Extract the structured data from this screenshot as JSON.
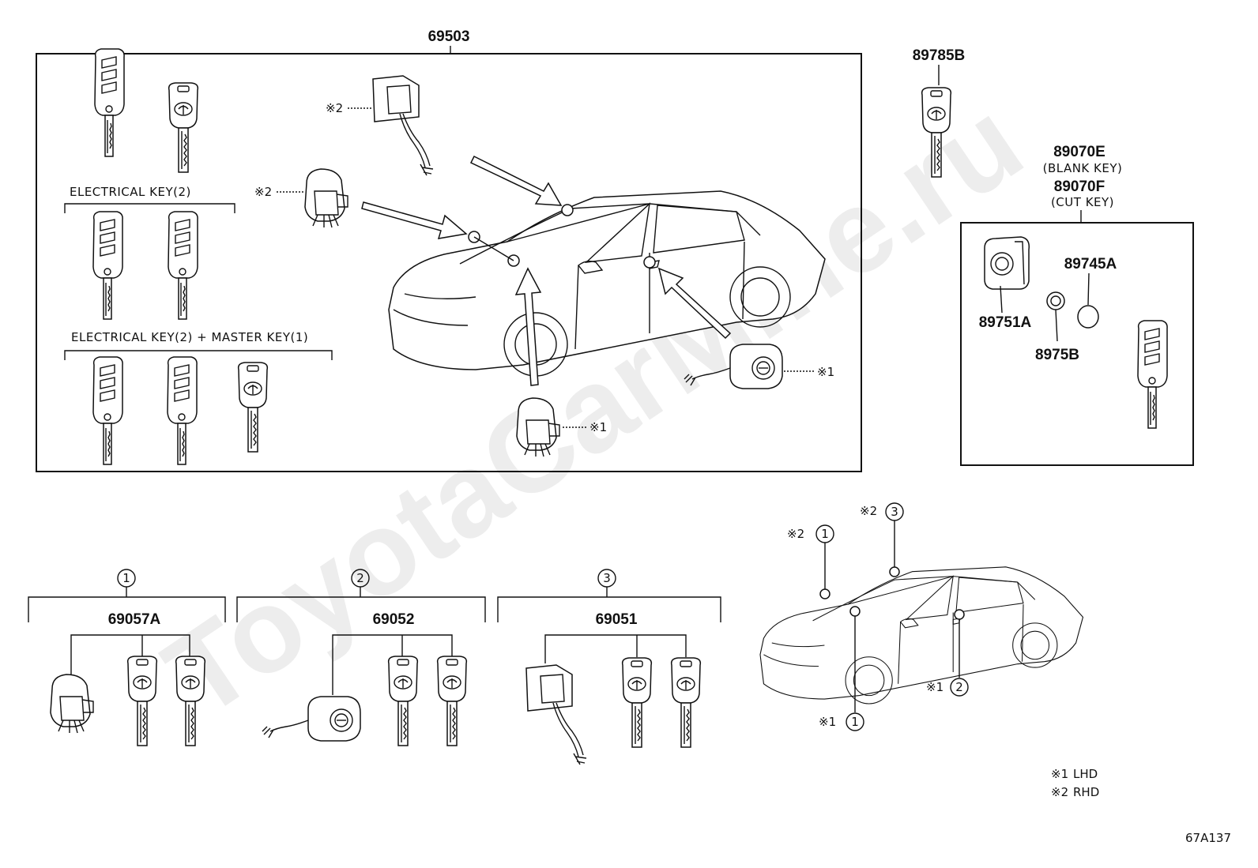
{
  "main_assembly": {
    "part_no": "69503"
  },
  "key_sets": {
    "electrical_key_2": "ELECTRICAL KEY(2)",
    "electrical_master": "ELECTRICAL KEY(2) + MASTER KEY(1)"
  },
  "callouts": {
    "rhd_mark": "※2",
    "lhd_mark": "※1"
  },
  "top_right": {
    "key_part_no": "89785B",
    "blank_part_no": "89070E",
    "blank_caption": "(BLANK KEY)",
    "cut_part_no": "89070F",
    "cut_caption": "(CUT KEY)",
    "parts": {
      "case": "89751A",
      "battery": "89745A",
      "cover": "8975B"
    }
  },
  "groups": [
    {
      "index": "1",
      "part_no": "69057A"
    },
    {
      "index": "2",
      "part_no": "69052"
    },
    {
      "index": "3",
      "part_no": "69051"
    }
  ],
  "locator": {
    "marks": [
      {
        "note": "※2",
        "index": "1"
      },
      {
        "note": "※2",
        "index": "3"
      },
      {
        "note": "※1",
        "index": "2"
      },
      {
        "note": "※1",
        "index": "1"
      }
    ]
  },
  "legend": [
    {
      "mark": "※1",
      "text": "LHD"
    },
    {
      "mark": "※2",
      "text": "RHD"
    }
  ],
  "diagram_code": "67A137",
  "watermark": "ToyotaCarMine.ru"
}
